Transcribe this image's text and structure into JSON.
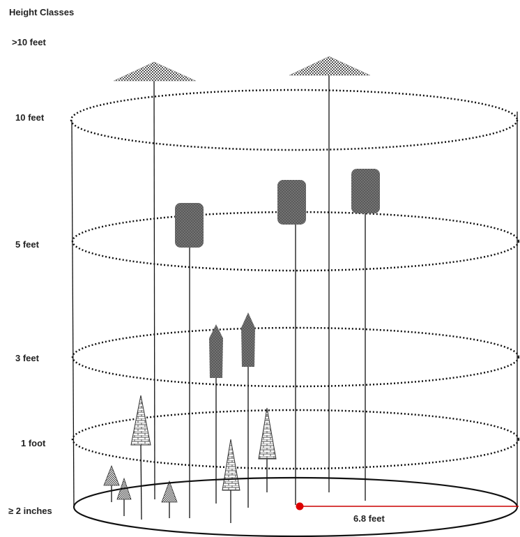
{
  "title": "Height Classes",
  "height_classes": [
    ">10 feet",
    "10 feet",
    "5 feet",
    "3 feet",
    "1 foot",
    "≥ 2 inches"
  ],
  "radius_label": "6.8 feet",
  "colors": {
    "outline": "#111111",
    "radius_line": "#cc0000",
    "radius_dot": "#dd0000",
    "shrub_fill": "#6a6a6a",
    "tree_fill": "#b0b0b0"
  }
}
